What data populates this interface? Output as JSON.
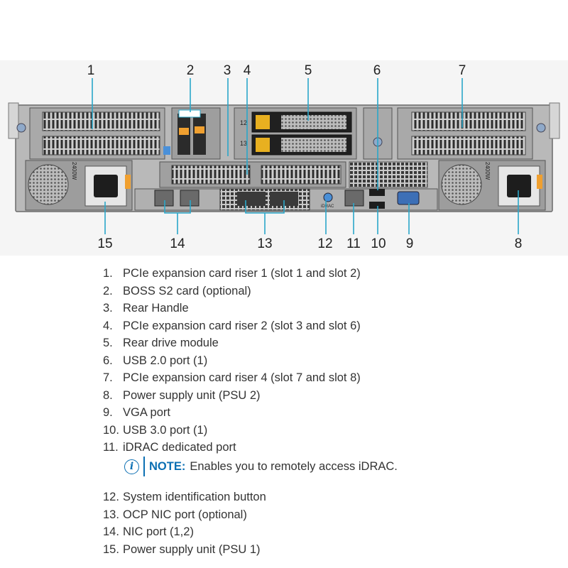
{
  "callouts": [
    "1",
    "2",
    "3",
    "4",
    "5",
    "6",
    "7",
    "8",
    "9",
    "10",
    "11",
    "12",
    "13",
    "14",
    "15"
  ],
  "server_marks": {
    "psu_left_rating": "2400W",
    "psu_right_rating": "2400W",
    "idrac_mark": "iDRAC",
    "drive_bay_a": "12",
    "drive_bay_b": "13"
  },
  "legend": [
    {
      "num": "1.",
      "text": "PCIe expansion card riser 1 (slot 1 and slot 2)"
    },
    {
      "num": "2.",
      "text": "BOSS S2 card (optional)"
    },
    {
      "num": "3.",
      "text": "Rear Handle"
    },
    {
      "num": "4.",
      "text": "PCIe expansion card riser 2 (slot 3 and slot 6)"
    },
    {
      "num": "5.",
      "text": "Rear drive module"
    },
    {
      "num": "6.",
      "text": "USB 2.0 port (1)"
    },
    {
      "num": "7.",
      "text": "PCIe expansion card riser 4 (slot 7 and slot 8)"
    },
    {
      "num": "8.",
      "text": "Power supply unit (PSU 2)"
    },
    {
      "num": "9.",
      "text": "VGA port"
    },
    {
      "num": "10.",
      "text": "USB 3.0 port (1)"
    },
    {
      "num": "11.",
      "text": "iDRAC dedicated port"
    },
    {
      "num": "12.",
      "text": "System identification button"
    },
    {
      "num": "13.",
      "text": "OCP NIC port (optional)"
    },
    {
      "num": "14.",
      "text": "NIC port (1,2)"
    },
    {
      "num": "15.",
      "text": "Power supply unit (PSU 1)"
    }
  ],
  "note": {
    "icon": "info-icon",
    "label": "NOTE:",
    "text": "Enables you to remotely access iDRAC."
  },
  "colors": {
    "leader": "#2aa7c9",
    "note_accent": "#0b6fb3",
    "psu_latch": "#f0a030",
    "drive_latch": "#e8b020",
    "vga": "#3d6fb6"
  }
}
